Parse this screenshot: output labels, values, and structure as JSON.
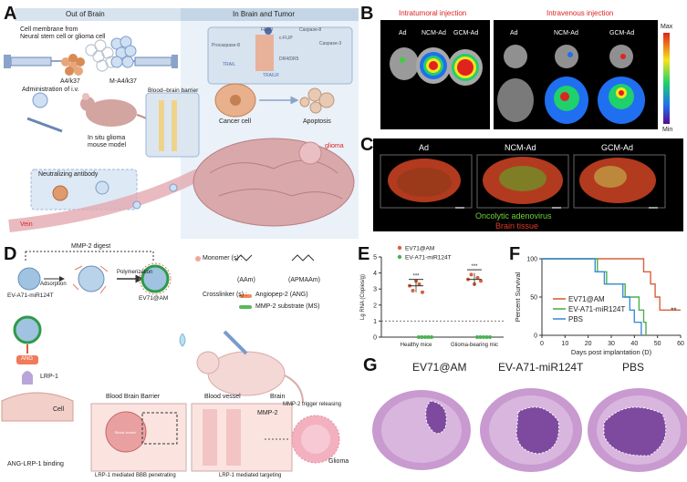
{
  "panels": {
    "A": {
      "label": "A",
      "header_left": "Out of Brain",
      "header_right": "In Brain and Tumor",
      "cell_membrane": "Cell membrane  from\nNeural stem cell or glioma cell",
      "a4k37": "A4/k37",
      "m_a4k37": "M-A4/k37",
      "admin": "Administration of i.v.",
      "mouse_model": "In situ glioma\nmouse model",
      "bbb": "Blood–brain barrier",
      "cancer_cell": "Cancer cell",
      "apoptosis": "Apoptosis",
      "glioma": "glioma",
      "neutralizing": "Neutralizing antibody",
      "vein": "Vein",
      "fadd": "FADD",
      "caspase8": "Caspase-8",
      "caspase3": "Caspase-3",
      "procaspase": "Procaspase-8",
      "trail": "TRAIL",
      "dr4": "DR4/DR5",
      "trailr": "TRAILR",
      "cflip": "c-FLIP"
    },
    "B": {
      "label": "B",
      "intratumoral": "Intratumoral injection",
      "intravenous": "Intravenous injection",
      "groups": [
        "Ad",
        "NCM-Ad",
        "GCM-Ad"
      ],
      "scale_max": "Max",
      "scale_min": "Min"
    },
    "C": {
      "label": "C",
      "groups": [
        "Ad",
        "NCM-Ad",
        "GCM-Ad"
      ],
      "legend_green": "Oncolytic adenovirus",
      "legend_red": "Brain tissue"
    },
    "D": {
      "label": "D",
      "mmp2_digest": "MMP-2 digest",
      "adsorption": "Adsorption",
      "polymerization": "Polymerization",
      "ev_a71": "EV-A71-miR124T",
      "ev71am": "EV71@AM",
      "monomer": "Monomer (s) :",
      "aam": "(AAm)",
      "apmaam": "(APMAAm)",
      "crosslinker": "Crosslinker (s) :",
      "angiopep": "Angiopep-2 (ANG)",
      "mmp_substrate": "MMP-2 substrate (MS)",
      "ang": "ANG",
      "lrp1": "LRP-1",
      "cell": "Cell",
      "ang_binding": "ANG-LRP-1  binding",
      "bbb": "Blood Brain Barrier",
      "blood_vessel": "Blood vessel",
      "brain": "Brain",
      "mmp2": "MMP-2",
      "mmp2_release": "MMP-2 trigger releasing",
      "glioma": "Glioma",
      "lrp_bbb": "LRP-1 mediated BBB penetrating",
      "lrp_target": "LRP-1 mediated targeting",
      "blood_vessel_small": "Blood vessel"
    },
    "E": {
      "label": "E",
      "legend": [
        "EV71@AM",
        "EV-A71-miR124T"
      ],
      "sig": [
        "***",
        "***"
      ]
    },
    "F": {
      "label": "F",
      "legend": [
        "EV71@AM",
        "EV-A71-miR124T",
        "PBS"
      ],
      "sig": "**"
    },
    "G": {
      "label": "G",
      "groups": [
        "EV71@AM",
        "EV-A71-miR124T",
        "PBS"
      ]
    }
  },
  "chart_data": [
    {
      "type": "scatter",
      "panel": "E",
      "ylabel": "Lg RNA (Copies/g)",
      "categories": [
        "Healthy mice",
        "Glioma-bearing mic"
      ],
      "ylim": [
        0,
        5
      ],
      "yticks": [
        0,
        1,
        2,
        3,
        4,
        5
      ],
      "dashed_line_y": 1,
      "series": [
        {
          "name": "EV71@AM",
          "color": "#d9603b",
          "values": [
            [
              3.2,
              2.9,
              3.5,
              3.3,
              2.8
            ],
            [
              3.6,
              3.9,
              3.3,
              3.7,
              3.5
            ]
          ],
          "mean": [
            3.2,
            3.6
          ]
        },
        {
          "name": "EV-A71-miR124T",
          "color": "#4caf50",
          "values": [
            [
              0,
              0,
              0,
              0,
              0
            ],
            [
              0,
              0,
              0,
              0,
              0
            ]
          ]
        }
      ]
    },
    {
      "type": "line",
      "panel": "F",
      "ylabel": "Percent Survival",
      "xlabel": "Days post implantation (D)",
      "xlim": [
        0,
        60
      ],
      "ylim": [
        0,
        100
      ],
      "xticks": [
        0,
        10,
        20,
        30,
        40,
        50,
        60
      ],
      "yticks": [
        0,
        50,
        100
      ],
      "series": [
        {
          "name": "EV71@AM",
          "color": "#d9603b",
          "steps": [
            [
              0,
              100
            ],
            [
              44,
              100
            ],
            [
              44,
              83
            ],
            [
              47,
              83
            ],
            [
              47,
              67
            ],
            [
              49,
              67
            ],
            [
              49,
              50
            ],
            [
              51,
              50
            ],
            [
              51,
              33
            ],
            [
              60,
              33
            ]
          ]
        },
        {
          "name": "EV-A71-miR124T",
          "color": "#4caf50",
          "steps": [
            [
              0,
              100
            ],
            [
              24,
              100
            ],
            [
              24,
              83
            ],
            [
              28,
              83
            ],
            [
              28,
              67
            ],
            [
              36,
              67
            ],
            [
              36,
              50
            ],
            [
              42,
              50
            ],
            [
              42,
              33
            ],
            [
              44,
              33
            ],
            [
              44,
              17
            ],
            [
              45,
              17
            ],
            [
              45,
              0
            ]
          ]
        },
        {
          "name": "PBS",
          "color": "#3b8fd6",
          "steps": [
            [
              0,
              100
            ],
            [
              23,
              100
            ],
            [
              23,
              83
            ],
            [
              27,
              83
            ],
            [
              27,
              67
            ],
            [
              35,
              67
            ],
            [
              35,
              50
            ],
            [
              38,
              50
            ],
            [
              38,
              33
            ],
            [
              40,
              33
            ],
            [
              40,
              17
            ],
            [
              43,
              17
            ],
            [
              43,
              0
            ]
          ]
        }
      ]
    }
  ]
}
